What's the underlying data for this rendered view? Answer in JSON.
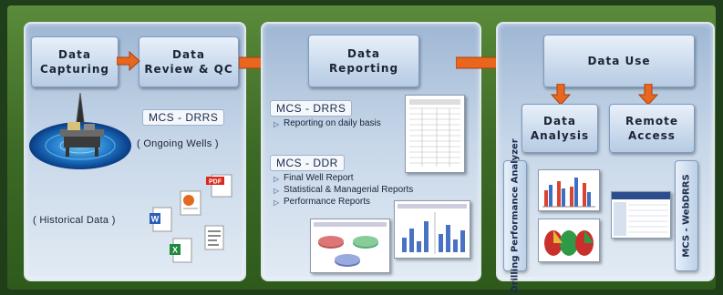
{
  "capture": {
    "data_capturing": "Data\nCapturing",
    "data_review": "Data\nReview & QC",
    "system_tag": "MCS - DRRS",
    "ongoing": "( Ongoing Wells )",
    "historical": "( Historical Data )"
  },
  "reporting": {
    "title": "Data\nReporting",
    "drrs_tag": "MCS - DRRS",
    "drrs_items": [
      "Reporting on daily basis"
    ],
    "ddr_tag": "MCS - DDR",
    "ddr_items": [
      "Final Well Report",
      "Statistical & Managerial Reports",
      "Performance Reports"
    ]
  },
  "use": {
    "title": "Data Use",
    "analysis": "Data\nAnalysis",
    "remote": "Remote\nAccess",
    "analyzer": "Drilling Performance Analyzer",
    "webdrrs": "MCS - WebDRRS"
  },
  "icons": [
    "oil-rig-icon",
    "pdf-file-icon",
    "powerpoint-file-icon",
    "word-file-icon",
    "excel-file-icon",
    "text-file-icon"
  ],
  "colors": {
    "arrow": "#e8661e",
    "panel": "#c6d6e8",
    "frame": "#3d6a26"
  }
}
